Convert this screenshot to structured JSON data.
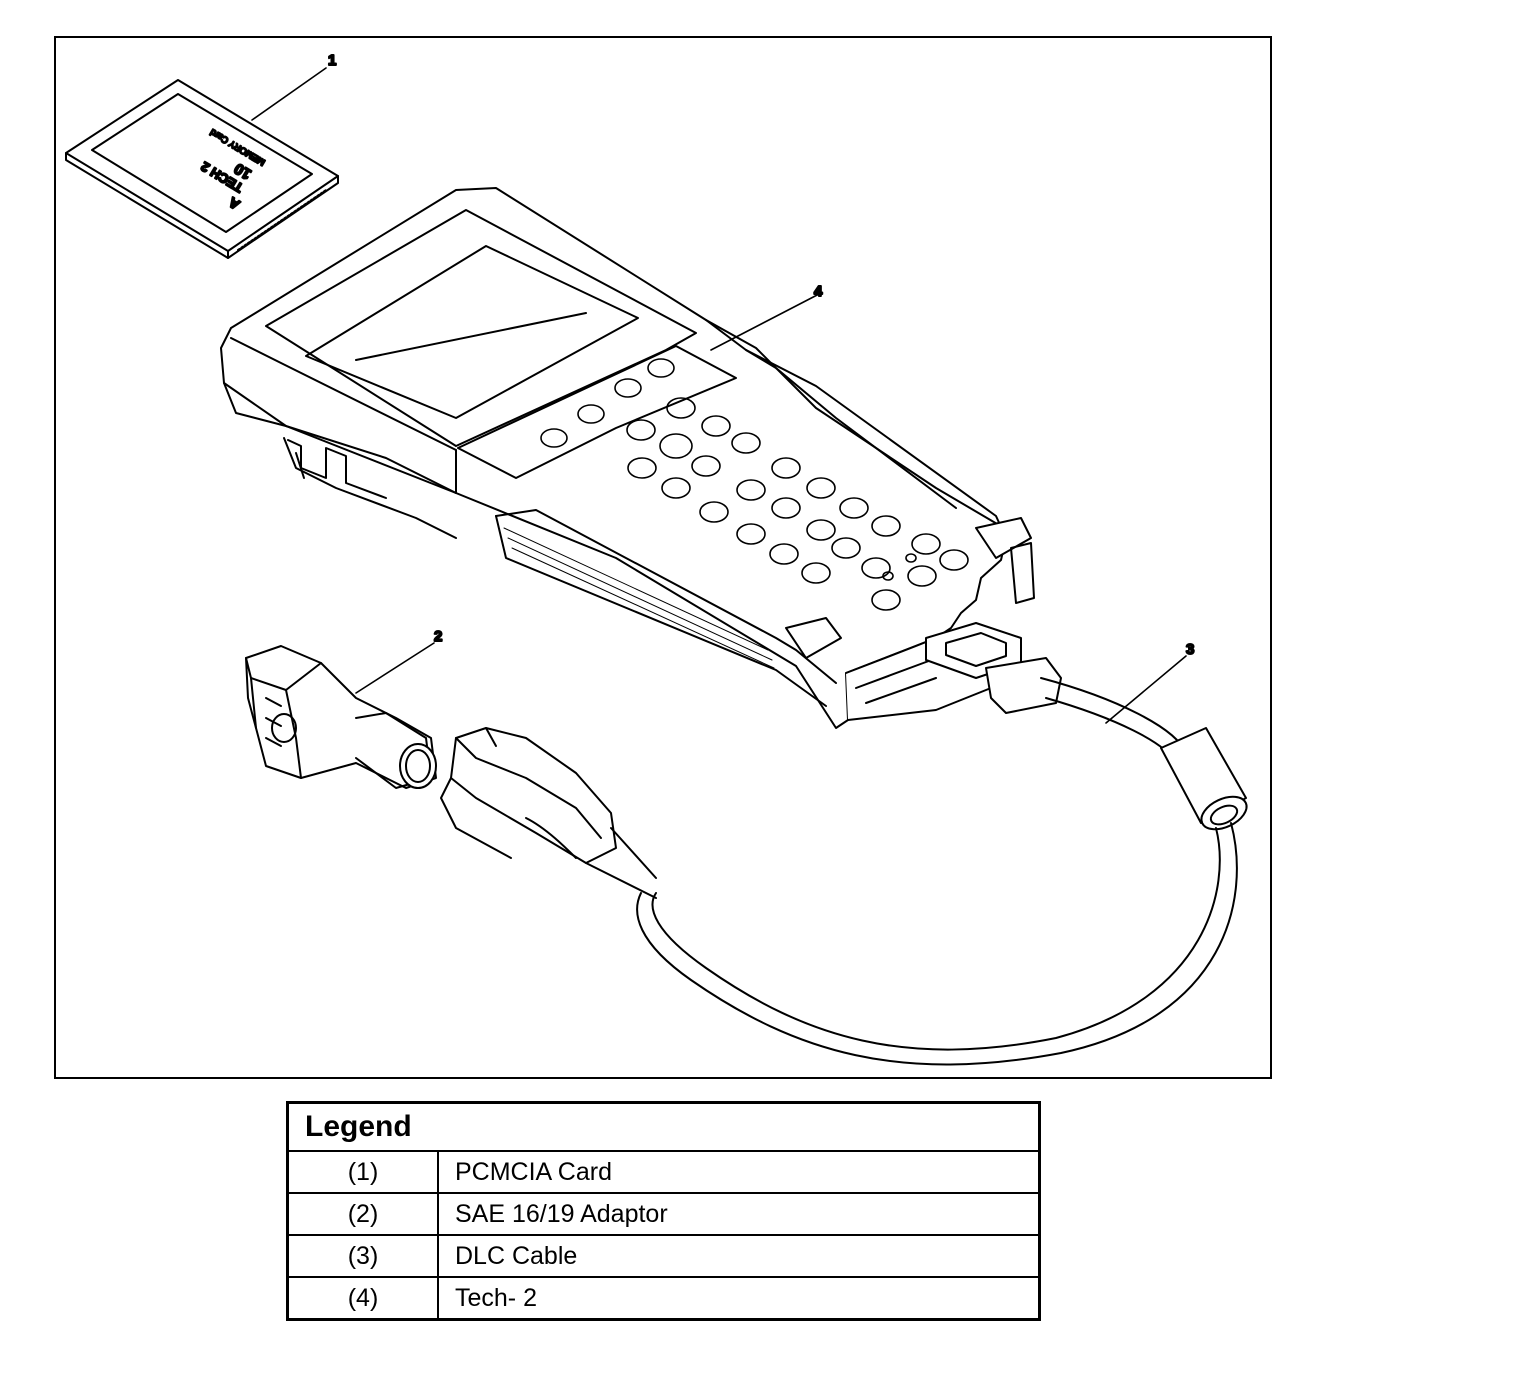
{
  "figure": {
    "callouts": [
      "1",
      "2",
      "3",
      "4"
    ],
    "card_text": {
      "brand": "A",
      "title": "TECH 2",
      "capacity": "10",
      "subtitle": "MEMORY Card"
    }
  },
  "legend": {
    "title": "Legend",
    "rows": [
      {
        "num": "(1)",
        "label": "PCMCIA Card"
      },
      {
        "num": "(2)",
        "label": "SAE 16/19 Adaptor"
      },
      {
        "num": "(3)",
        "label": "DLC Cable"
      },
      {
        "num": "(4)",
        "label": "Tech- 2"
      }
    ]
  }
}
